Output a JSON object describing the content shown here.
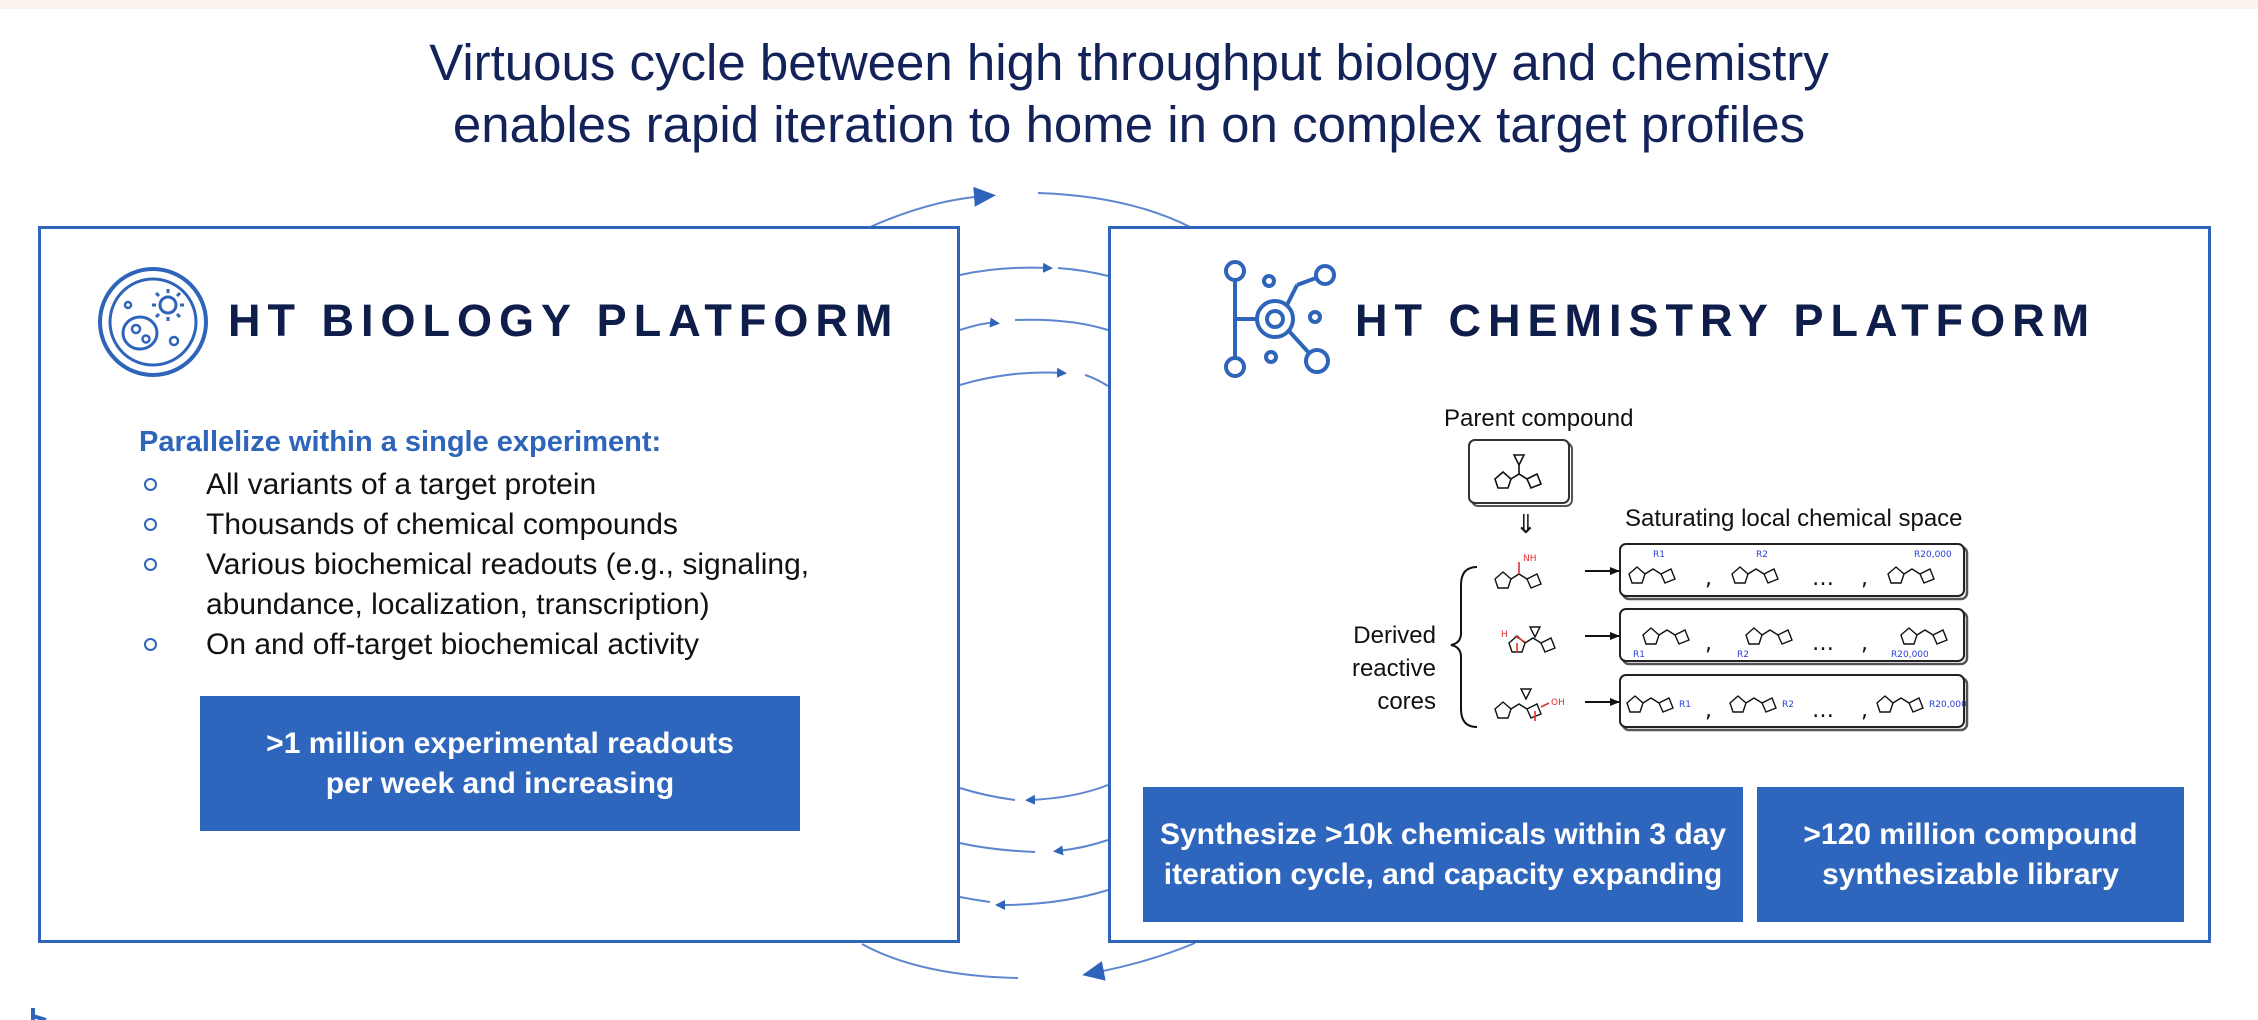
{
  "title": {
    "line1": "Virtuous cycle between high throughput biology and chemistry",
    "line2": "enables rapid iteration to home in on complex target profiles"
  },
  "biology": {
    "title": "HT BIOLOGY PLATFORM",
    "icon": "cell-icon",
    "list_heading": "Parallelize within a single experiment:",
    "items": [
      "All variants of a target protein",
      "Thousands of chemical compounds",
      "Various biochemical readouts (e.g., signaling,",
      "abundance, localization, transcription)",
      "On and off-target biochemical activity"
    ],
    "cta_line1": ">1 million experimental readouts",
    "cta_line2": "per week and increasing"
  },
  "chemistry": {
    "title": "HT CHEMISTRY PLATFORM",
    "icon": "molecule-network-icon",
    "parent_label": "Parent compound",
    "saturating_label": "Saturating local chemical space",
    "derived_line1": "Derived",
    "derived_line2": "reactive",
    "derived_line3": "cores",
    "r_labels": [
      "R1",
      "R2",
      "R20,000"
    ],
    "separator": ",",
    "ellipsis": "…",
    "cta1_line1": "Synthesize >10k chemicals within 3 day",
    "cta1_line2": "iteration cycle, and capacity expanding",
    "cta2_line1": ">120 million compound",
    "cta2_line2": "synthesizable library"
  },
  "colors": {
    "accent": "#2e64b9",
    "title_text": "#14225a",
    "cta_bg": "#2f66bd",
    "heteroatom_red": "#e0302e",
    "r_group_blue": "#2a3fd6"
  }
}
